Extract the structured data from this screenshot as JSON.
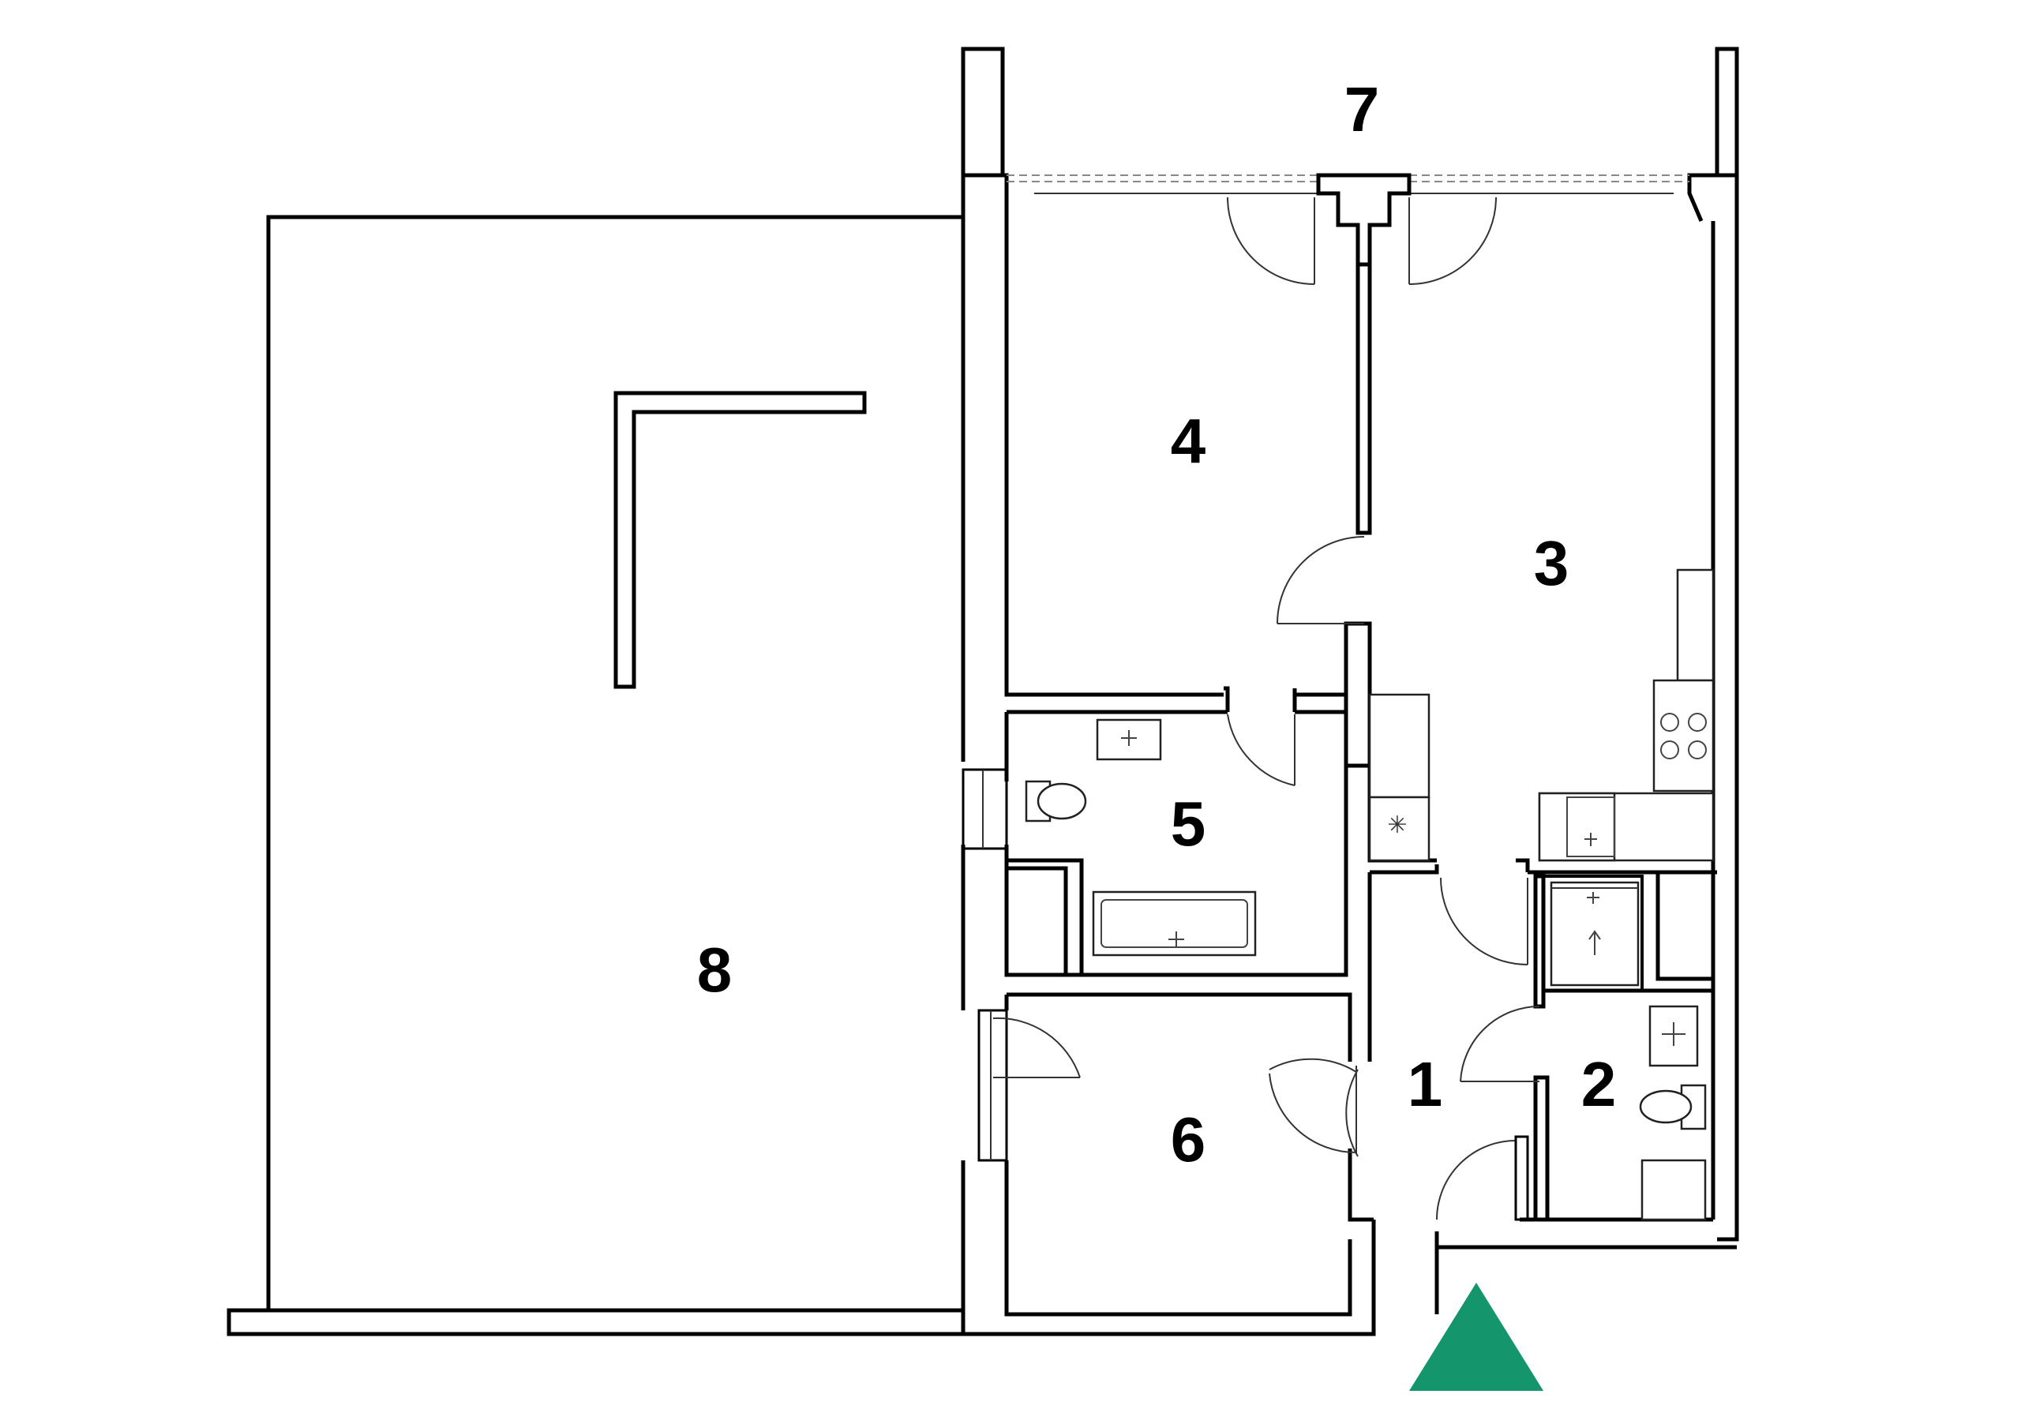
{
  "rooms": [
    {
      "id": "1",
      "label": "1"
    },
    {
      "id": "2",
      "label": "2"
    },
    {
      "id": "3",
      "label": "3"
    },
    {
      "id": "4",
      "label": "4"
    },
    {
      "id": "5",
      "label": "5"
    },
    {
      "id": "6",
      "label": "6"
    },
    {
      "id": "7",
      "label": "7"
    },
    {
      "id": "8",
      "label": "8"
    }
  ],
  "colors": {
    "walls": "#000000",
    "background": "#ffffff",
    "entrance_marker": "#14956b"
  },
  "icons": {
    "entrance": "triangle-up-icon"
  }
}
